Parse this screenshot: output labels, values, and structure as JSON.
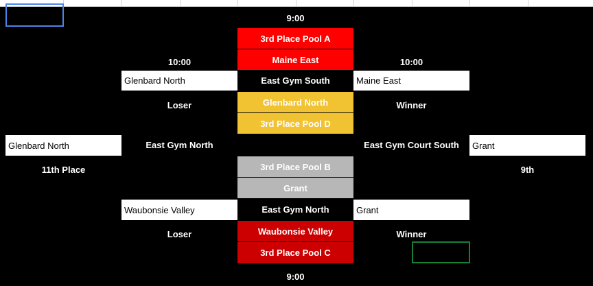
{
  "bracket": {
    "top_time": "9:00",
    "bottom_time": "9:00",
    "left_time": "10:00",
    "right_time": "10:00",
    "pool_a": "3rd Place Pool A",
    "maine_east_center": "Maine East",
    "east_gym_south": "East Gym South",
    "glenbard_north_center": "Glenbard North",
    "pool_d": "3rd Place Pool D",
    "pool_b": "3rd Place Pool B",
    "grant_center": "Grant",
    "east_gym_north_center": "East Gym North",
    "waubonsie_valley_center": "Waubonsie Valley",
    "pool_c": "3rd Place Pool C",
    "left_team_upper": "Glenbard North",
    "right_team_upper": "Maine East",
    "left_loser_upper": "Loser",
    "right_winner_upper": "Winner",
    "far_left_team": "Glenbard North",
    "left_venue": "East Gym North",
    "right_venue": "East Gym Court South",
    "far_right_team": "Grant",
    "left_place": "11th Place",
    "right_place": "9th",
    "left_team_lower": "Waubonsie Valley",
    "right_team_lower": "Grant",
    "left_loser_lower": "Loser",
    "right_winner_lower": "Winner"
  },
  "colors": {
    "red": "#ff0000",
    "dark_red": "#cc0000",
    "gold": "#f1c232",
    "gray": "#b7b7b7",
    "selection_blue": "#4a86e8",
    "selection_green": "#188038"
  }
}
